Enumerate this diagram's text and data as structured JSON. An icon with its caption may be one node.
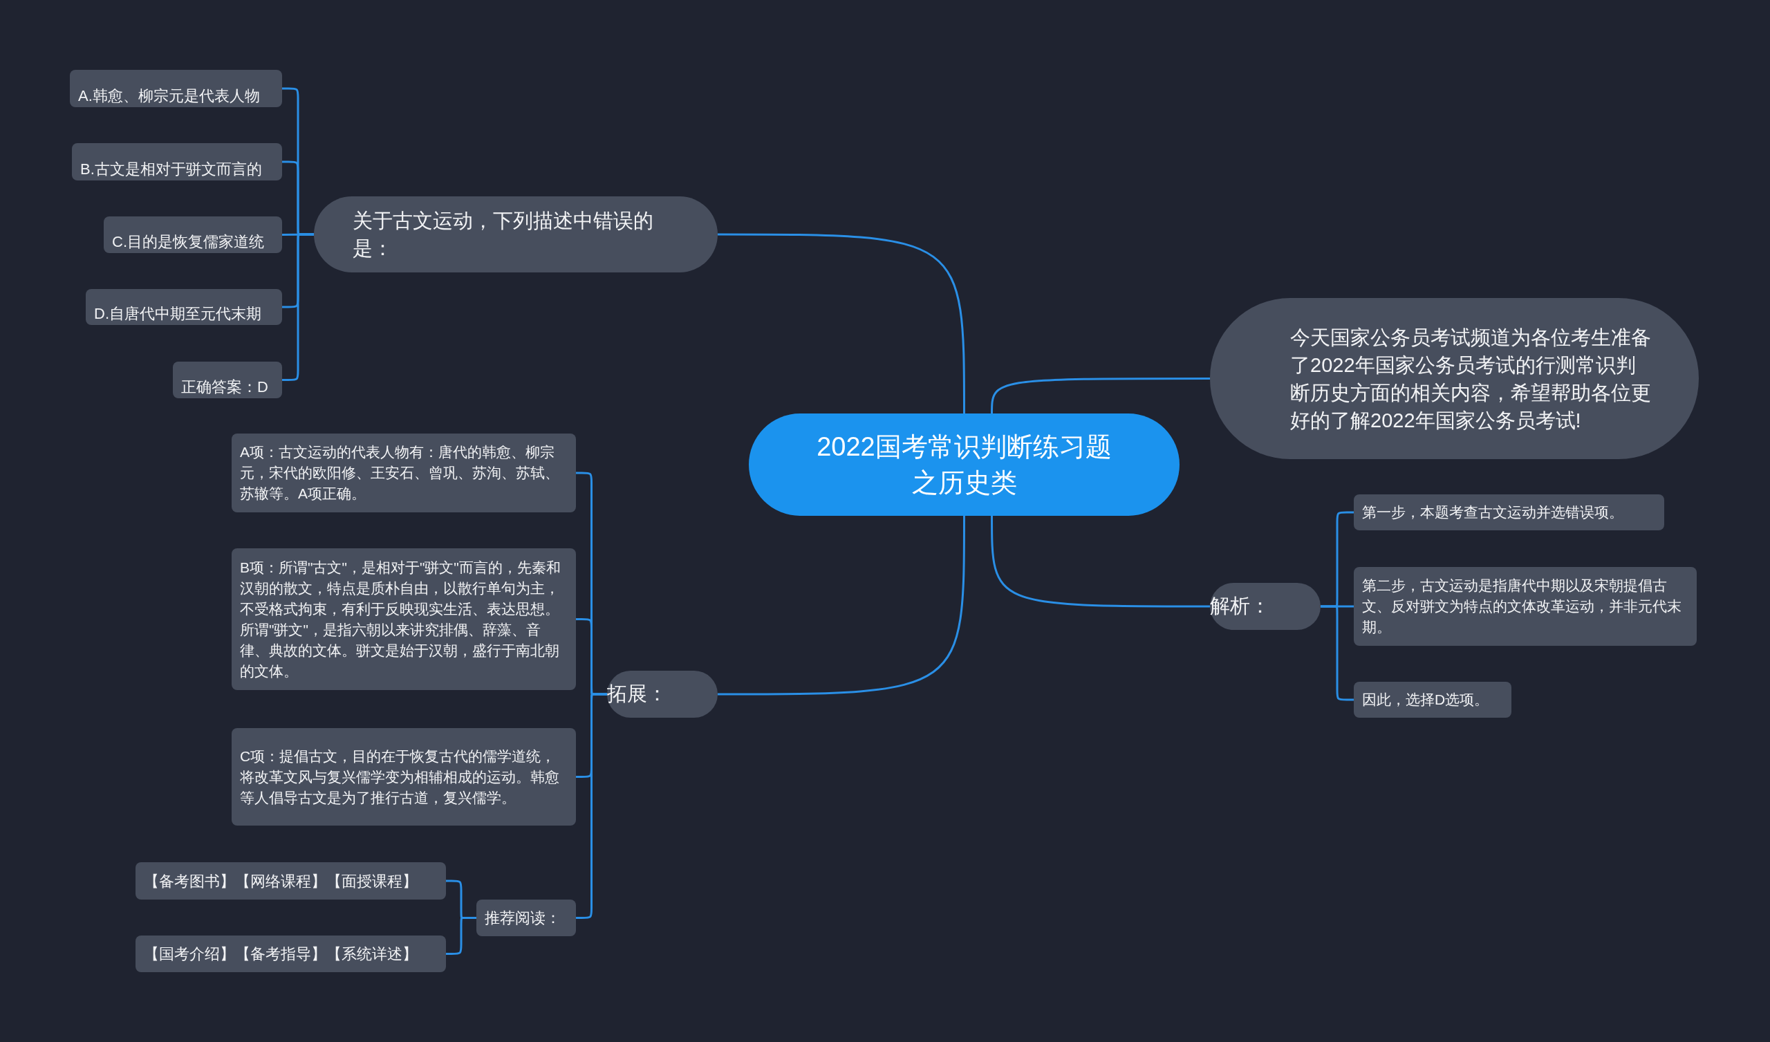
{
  "diagram": {
    "nodes": [
      {
        "text": [
          "2022国考常识判断练习题之历史类"
        ]
      },
      {
        "text": [
          "关于古文运动，下列描述中错误的是："
        ]
      },
      {
        "text": [
          "A.韩愈、柳宗元是代表人物"
        ]
      },
      {
        "text": [
          "B.古文是相对于骈文而言的"
        ]
      },
      {
        "text": [
          "C.目的是恢复儒家道统"
        ]
      },
      {
        "text": [
          "D.自唐代中期至元代末期"
        ]
      },
      {
        "text": [
          "正确答案：D"
        ]
      },
      {
        "text": [
          "今天国家公务员考试频道为各位考生准备了2022年国家公务员考试的行测常识判断历史方面的相关内容，希望帮助各位更好的了解2022年国家公务员考试!"
        ]
      },
      {
        "text": [
          "解析："
        ]
      },
      {
        "text": [
          "第一步，本题考查古文运动并选错误项。"
        ]
      },
      {
        "text": [
          "第二步，古文运动是指唐代中期以及宋朝提倡古文、反对骈文为特点的文体改革运动，并非元代末期。"
        ]
      },
      {
        "text": [
          "因此，选择D选项。"
        ]
      },
      {
        "text": [
          "拓展："
        ]
      },
      {
        "text": [
          "A项：古文运动的代表人物有：唐代的韩愈、柳宗元，宋代的欧阳修、王安石、曾巩、苏洵、苏轼、苏辙等。A项正确。"
        ]
      },
      {
        "text": [
          "B项：所谓\"古文\"，是相对于\"骈文\"而言的，先秦和汉朝的散文，特点是质朴自由，以散行单句为主，不受格式拘束，有利于反映现实生活、表达思想。所谓\"骈文\"，是指六朝以来讲究排偶、辞藻、音律、典故的文体。骈文是始于汉朝，盛行于南北朝的文体。"
        ]
      },
      {
        "text": [
          "C项：提倡古文，目的在于恢复古代的儒学道统，将改革文风与复兴儒学变为相辅相成的运动。韩愈等人倡导古文是为了推行古道，复兴儒学。"
        ]
      },
      {
        "text": [
          "推荐阅读："
        ]
      },
      {
        "text": [
          "【备考图书】【网络课程】【面授课程】"
        ]
      },
      {
        "text": [
          "【国考介绍】【备考指导】【系统详述】"
        ]
      }
    ],
    "edges": [
      {
        "from": 0,
        "to": 1,
        "arrow": "none"
      },
      {
        "from": 1,
        "to": 2,
        "arrow": "none"
      },
      {
        "from": 1,
        "to": 3,
        "arrow": "none"
      },
      {
        "from": 1,
        "to": 4,
        "arrow": "none"
      },
      {
        "from": 1,
        "to": 5,
        "arrow": "none"
      },
      {
        "from": 1,
        "to": 6,
        "arrow": "none"
      },
      {
        "from": 0,
        "to": 7,
        "arrow": "none"
      },
      {
        "from": 0,
        "to": 8,
        "arrow": "none"
      },
      {
        "from": 8,
        "to": 9,
        "arrow": "none"
      },
      {
        "from": 8,
        "to": 10,
        "arrow": "none"
      },
      {
        "from": 8,
        "to": 11,
        "arrow": "none"
      },
      {
        "from": 0,
        "to": 12,
        "arrow": "none"
      },
      {
        "from": 12,
        "to": 13,
        "arrow": "none"
      },
      {
        "from": 12,
        "to": 14,
        "arrow": "none"
      },
      {
        "from": 12,
        "to": 15,
        "arrow": "none"
      },
      {
        "from": 12,
        "to": 16,
        "arrow": "none"
      },
      {
        "from": 16,
        "to": 17,
        "arrow": "none"
      },
      {
        "from": 16,
        "to": 18,
        "arrow": "none"
      }
    ]
  }
}
